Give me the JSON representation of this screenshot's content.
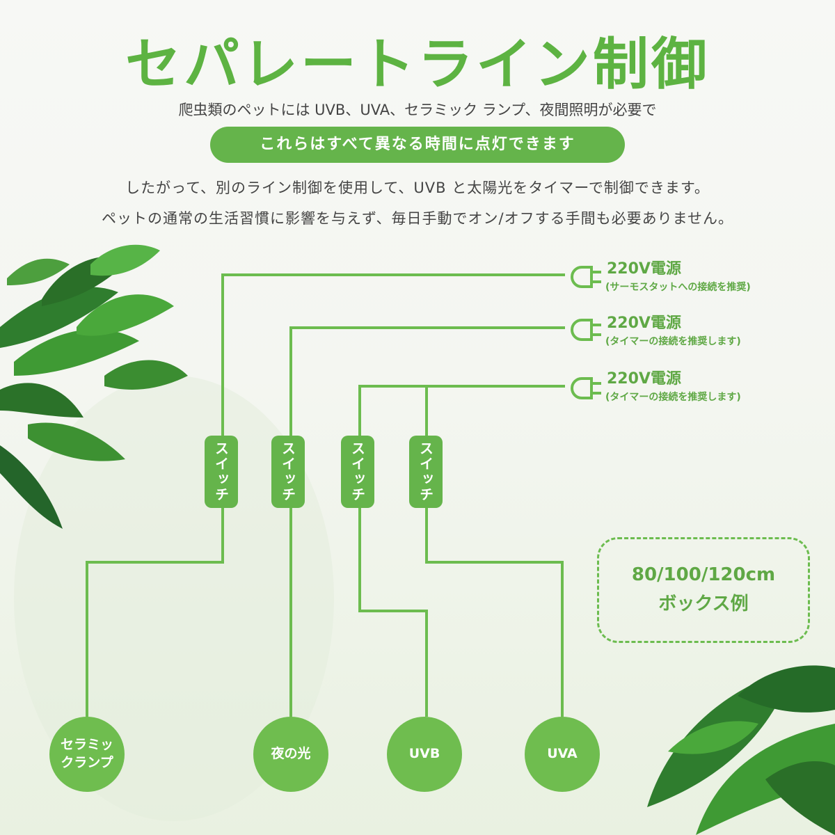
{
  "header": {
    "title": "セパレートライン制御",
    "subtitle": "爬虫類のペットには UVB、UVA、セラミック ランプ、夜間照明が必要で",
    "highlight": "これらはすべて異なる時間に点灯できます",
    "desc1": "したがって、別のライン制御を使用して、UVB と太陽光をタイマーで制御できます。",
    "desc2": "ペットの通常の生活習慣に影響を与えず、毎日手動でオン/オフする手間も必要ありません。"
  },
  "power": [
    {
      "label": "220V電源",
      "note": "(サーモスタットへの接続を推奨)"
    },
    {
      "label": "220V電源",
      "note": "(タイマーの接続を推奨します)"
    },
    {
      "label": "220V電源",
      "note": "(タイマーの接続を推奨します)"
    }
  ],
  "switches": [
    "スイッチ",
    "スイッチ",
    "スイッチ",
    "スイッチ"
  ],
  "lamps": [
    "セラミッ\nクランプ",
    "夜の光",
    "UVB",
    "UVA"
  ],
  "box": {
    "size": "80/100/120cm",
    "label": "ボックス例"
  },
  "colors": {
    "accent": "#65b44b",
    "line": "#6cbc4f",
    "text": "#444444"
  },
  "icons": [
    "plug-icon",
    "leaf-decoration"
  ]
}
